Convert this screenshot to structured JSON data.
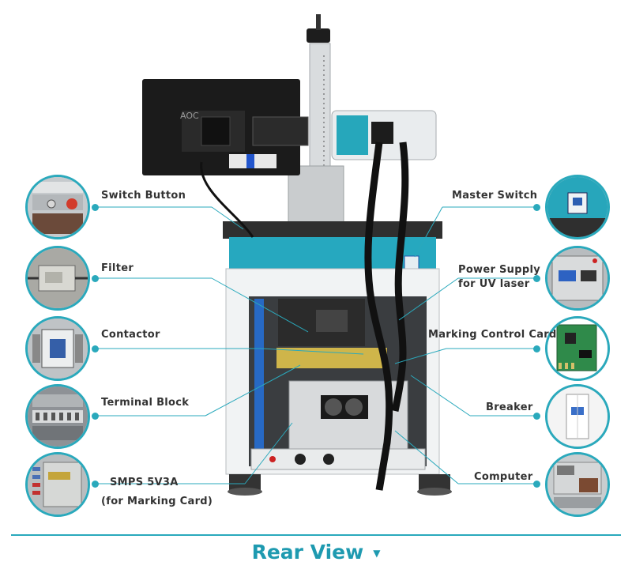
{
  "labels": {
    "switch_button": "Switch Button",
    "filter": "Filter",
    "contactor": "Contactor",
    "terminal_block": "Terminal Block",
    "smps_line1": "SMPS 5V3A",
    "smps_line2": "(for Marking Card)",
    "master_switch": "Master Switch",
    "power_supply_line1": "Power Supply",
    "power_supply_line2": "for UV laser",
    "marking_control_card": "Marking Control Card",
    "breaker": "Breaker",
    "computer": "Computer"
  },
  "monitor_brand": "AOC",
  "footer": {
    "title": "Rear View"
  },
  "colors": {
    "accent": "#2aa9bc",
    "text": "#333333",
    "title": "#1e9ab0"
  }
}
